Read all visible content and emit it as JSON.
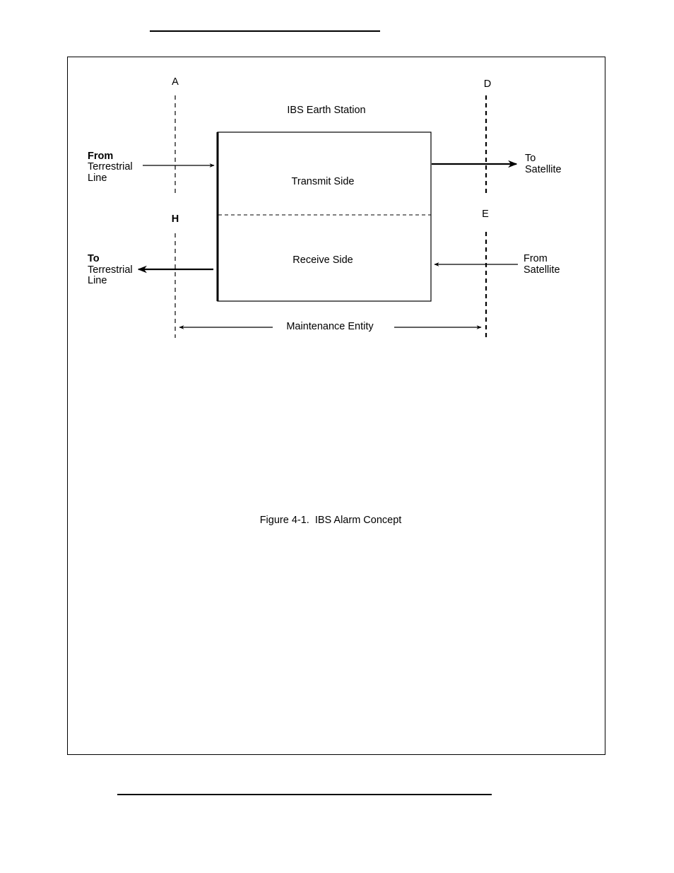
{
  "page": {
    "figure_caption": {
      "prefix": "Figure 4-1.",
      "title": "IBS Alarm Concept"
    }
  },
  "diagram": {
    "title": "IBS Earth Station",
    "box": {
      "upper_label": "Transmit Side",
      "lower_label": "Receive Side"
    },
    "reference_points": {
      "A": "A",
      "D": "D",
      "H": "H",
      "E": "E"
    },
    "left_in": {
      "line1": "From",
      "line2": "Terrestrial",
      "line3": "Line"
    },
    "left_out": {
      "line1": "To",
      "line2": "Terrestrial",
      "line3": "Line"
    },
    "right_out": {
      "line1": "To",
      "line2": "Satellite"
    },
    "right_in": {
      "line1": "From",
      "line2": "Satellite"
    },
    "span_label": "Maintenance Entity"
  }
}
